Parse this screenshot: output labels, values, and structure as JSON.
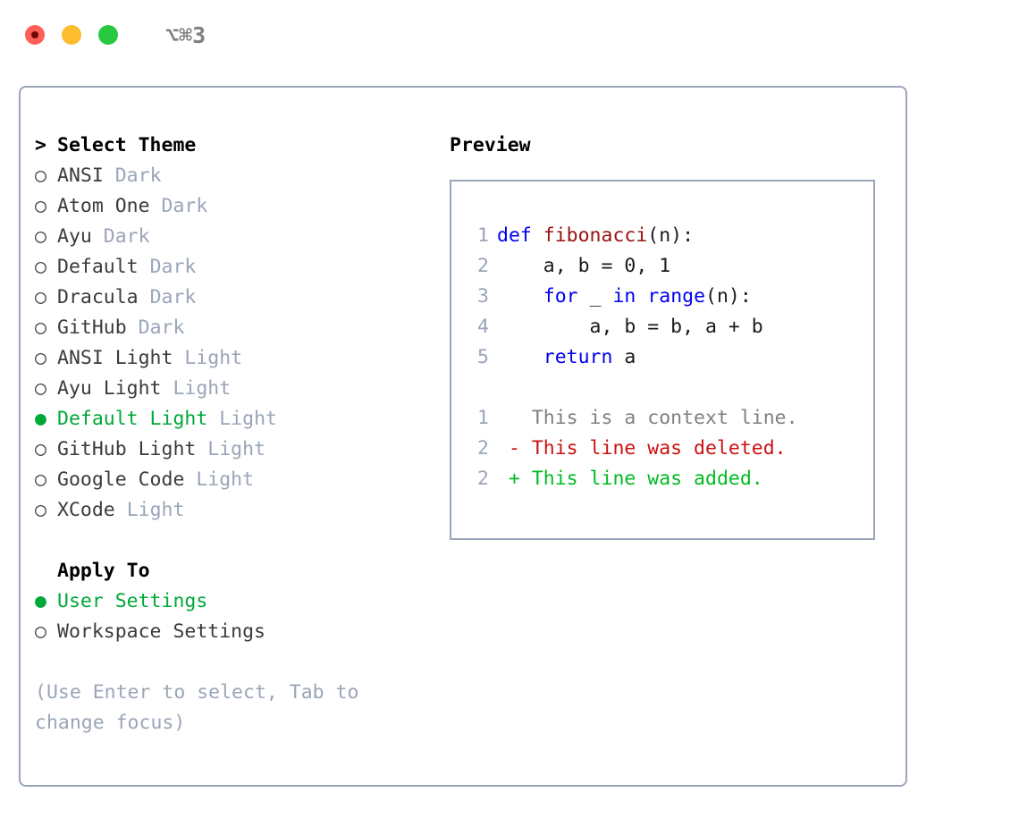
{
  "window": {
    "title": "⌥⌘3",
    "traffic_lights": [
      {
        "name": "close",
        "color": "#ff5f57"
      },
      {
        "name": "minimize",
        "color": "#fdbc2e"
      },
      {
        "name": "maximize",
        "color": "#28c840"
      }
    ]
  },
  "colors": {
    "border": "#9aa5b8",
    "muted": "#9aa5b8",
    "selected_green": "#00a838",
    "keyword_blue": "#0000ee",
    "function_red": "#991111",
    "diff_deleted": "#cc1111",
    "diff_added": "#00bb22",
    "context_gray": "#808080",
    "text": "#3b3b3b"
  },
  "theme_picker": {
    "heading_marker": ">",
    "heading": "Select Theme",
    "marker_selected": "●",
    "marker_unselected": "○",
    "items": [
      {
        "marker": "○",
        "name": "ANSI",
        "kind": "Dark",
        "selected": false
      },
      {
        "marker": "○",
        "name": "Atom One",
        "kind": "Dark",
        "selected": false
      },
      {
        "marker": "○",
        "name": "Ayu",
        "kind": "Dark",
        "selected": false
      },
      {
        "marker": "○",
        "name": "Default",
        "kind": "Dark",
        "selected": false
      },
      {
        "marker": "○",
        "name": "Dracula",
        "kind": "Dark",
        "selected": false
      },
      {
        "marker": "○",
        "name": "GitHub",
        "kind": "Dark",
        "selected": false
      },
      {
        "marker": "○",
        "name": "ANSI Light",
        "kind": "Light",
        "selected": false
      },
      {
        "marker": "○",
        "name": "Ayu Light",
        "kind": "Light",
        "selected": false
      },
      {
        "marker": "●",
        "name": "Default Light",
        "kind": "Light",
        "selected": true
      },
      {
        "marker": "○",
        "name": "GitHub Light",
        "kind": "Light",
        "selected": false
      },
      {
        "marker": "○",
        "name": "Google Code",
        "kind": "Light",
        "selected": false
      },
      {
        "marker": "○",
        "name": "XCode",
        "kind": "Light",
        "selected": false
      }
    ]
  },
  "apply_to": {
    "heading": "Apply To",
    "options": [
      {
        "marker": "●",
        "label": "User Settings",
        "selected": true
      },
      {
        "marker": "○",
        "label": "Workspace Settings",
        "selected": false
      }
    ]
  },
  "hint": "(Use Enter to select, Tab to change focus)",
  "preview": {
    "title": "Preview",
    "code_lines": [
      {
        "number": "1",
        "segments": [
          {
            "text": "def ",
            "style": "kw"
          },
          {
            "text": "fibonacci",
            "style": "fn"
          },
          {
            "text": "(n):",
            "style": "plain"
          }
        ]
      },
      {
        "number": "2",
        "segments": [
          {
            "text": "    a, b = 0, 1",
            "style": "plain"
          }
        ]
      },
      {
        "number": "3",
        "segments": [
          {
            "text": "    ",
            "style": "plain"
          },
          {
            "text": "for",
            "style": "kw"
          },
          {
            "text": " _ ",
            "style": "plain"
          },
          {
            "text": "in",
            "style": "kw"
          },
          {
            "text": " ",
            "style": "plain"
          },
          {
            "text": "range",
            "style": "kw"
          },
          {
            "text": "(n):",
            "style": "plain"
          }
        ]
      },
      {
        "number": "4",
        "segments": [
          {
            "text": "        a, b = b, a + b",
            "style": "plain"
          }
        ]
      },
      {
        "number": "5",
        "segments": [
          {
            "text": "    ",
            "style": "plain"
          },
          {
            "text": "return",
            "style": "kw"
          },
          {
            "text": " a",
            "style": "plain"
          }
        ]
      }
    ],
    "diff_lines": [
      {
        "number": "1",
        "segments": [
          {
            "text": "   This is a context line.",
            "style": "context"
          }
        ]
      },
      {
        "number": "2",
        "segments": [
          {
            "text": " - This line was deleted.",
            "style": "del"
          }
        ]
      },
      {
        "number": "2",
        "segments": [
          {
            "text": " + This line was added.",
            "style": "add"
          }
        ]
      }
    ]
  }
}
